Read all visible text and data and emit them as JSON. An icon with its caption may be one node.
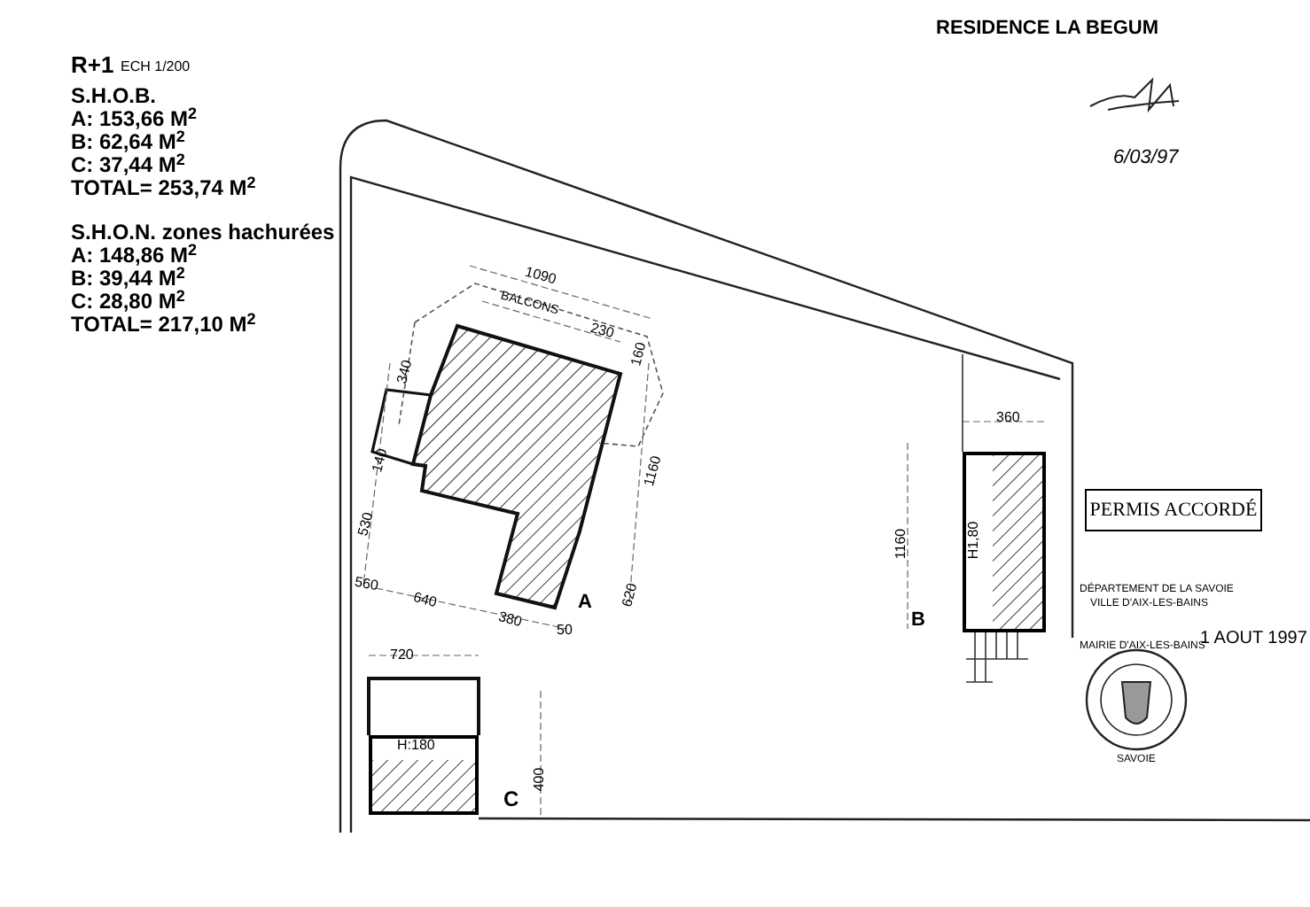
{
  "diagram": {
    "title": "RESIDENCE LA BEGUM",
    "nodes": [
      {
        "text": [
          "H1,80"
        ]
      },
      {
        "text": [
          "H:180"
        ]
      },
      {
        "text": [
          "PERMIS ACCORDÉ"
        ]
      }
    ],
    "labels": [
      "R+1",
      "ECH 1/200",
      "S.H.O.B.",
      "A: 153,66 M$^{2}$",
      "B: 62,64 M$^{2}$",
      "C: 37,44 M$^{2}$",
      "TOTAL= 253,74 M$^{2}$",
      "S.H.O.N. zones hachurées",
      "A: 148,86 M$^{2}$",
      "B: 39,44 M$^{2}$",
      "C: 28,80 M$^{2}$",
      "TOTAL= 217,10 M$^{2}$",
      "6/03/97",
      "1090",
      "BALCONS",
      "230",
      "160",
      "340",
      "140",
      "530",
      "1160",
      "560",
      "640",
      "380",
      "50",
      "620",
      "A",
      "360",
      "1160",
      "B",
      "720",
      "400",
      "C",
      "DÉPARTEMENT DE LA SAVOIE",
      "VILLE D'AIX-LES-BAINS",
      "1 AOUT 1997",
      "MAIRIE D'AIX-LES-BAINS",
      "SAVOIE"
    ]
  }
}
